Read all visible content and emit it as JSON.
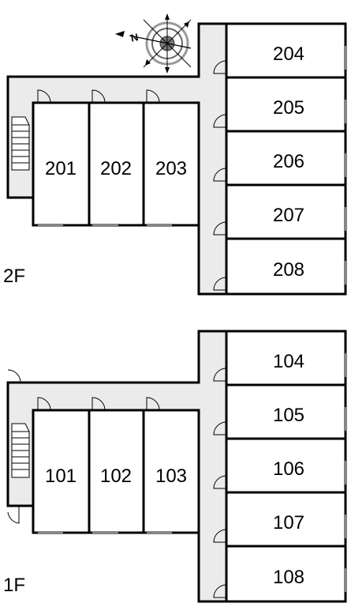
{
  "floors": [
    {
      "label": "2F",
      "left_units": [
        "201",
        "202",
        "203"
      ],
      "right_units": [
        "204",
        "205",
        "206",
        "207",
        "208"
      ]
    },
    {
      "label": "1F",
      "left_units": [
        "101",
        "102",
        "103"
      ],
      "right_units": [
        "104",
        "105",
        "106",
        "107",
        "108"
      ]
    }
  ],
  "compass": {
    "north_label": "N",
    "icon": "compass-rose-icon"
  },
  "colors": {
    "corridor": "#ebebeb",
    "wall": "#000000"
  }
}
